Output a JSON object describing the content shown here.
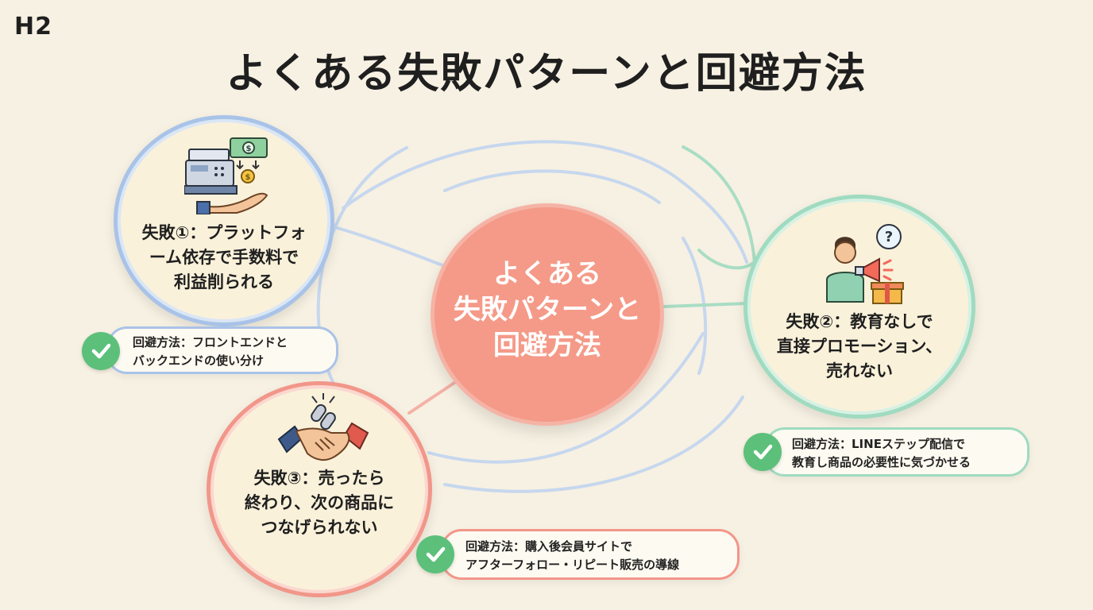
{
  "heading_tag": "H2",
  "title": "よくある失敗パターンと回避方法",
  "center": {
    "lines": [
      "よくある",
      "失敗パターンと",
      "回避方法"
    ]
  },
  "failures": [
    {
      "lines": [
        "失敗①：プラットフォ",
        "ーム依存で手数料で",
        "利益削られる"
      ],
      "solution": [
        "回避方法：フロントエンドと",
        "バックエンドの使い分け"
      ],
      "icon": "cash-register-icon",
      "color": "#a9c3e8"
    },
    {
      "lines": [
        "失敗②：教育なしで",
        "直接プロモーション、",
        "売れない"
      ],
      "solution": [
        "回避方法：LINEステップ配信で",
        "教育し商品の必要性に気づかせる"
      ],
      "icon": "megaphone-person-icon",
      "color": "#9fdbc0"
    },
    {
      "lines": [
        "失敗③：売ったら",
        "終わり、次の商品に",
        "つなげられない"
      ],
      "solution": [
        "回避方法：購入後会員サイトで",
        "アフターフォロー・リピート販売の導線"
      ],
      "icon": "handshake-icon",
      "color": "#f2968a"
    }
  ],
  "check_icon": "check-circle-icon",
  "center_color": "#f59a88"
}
